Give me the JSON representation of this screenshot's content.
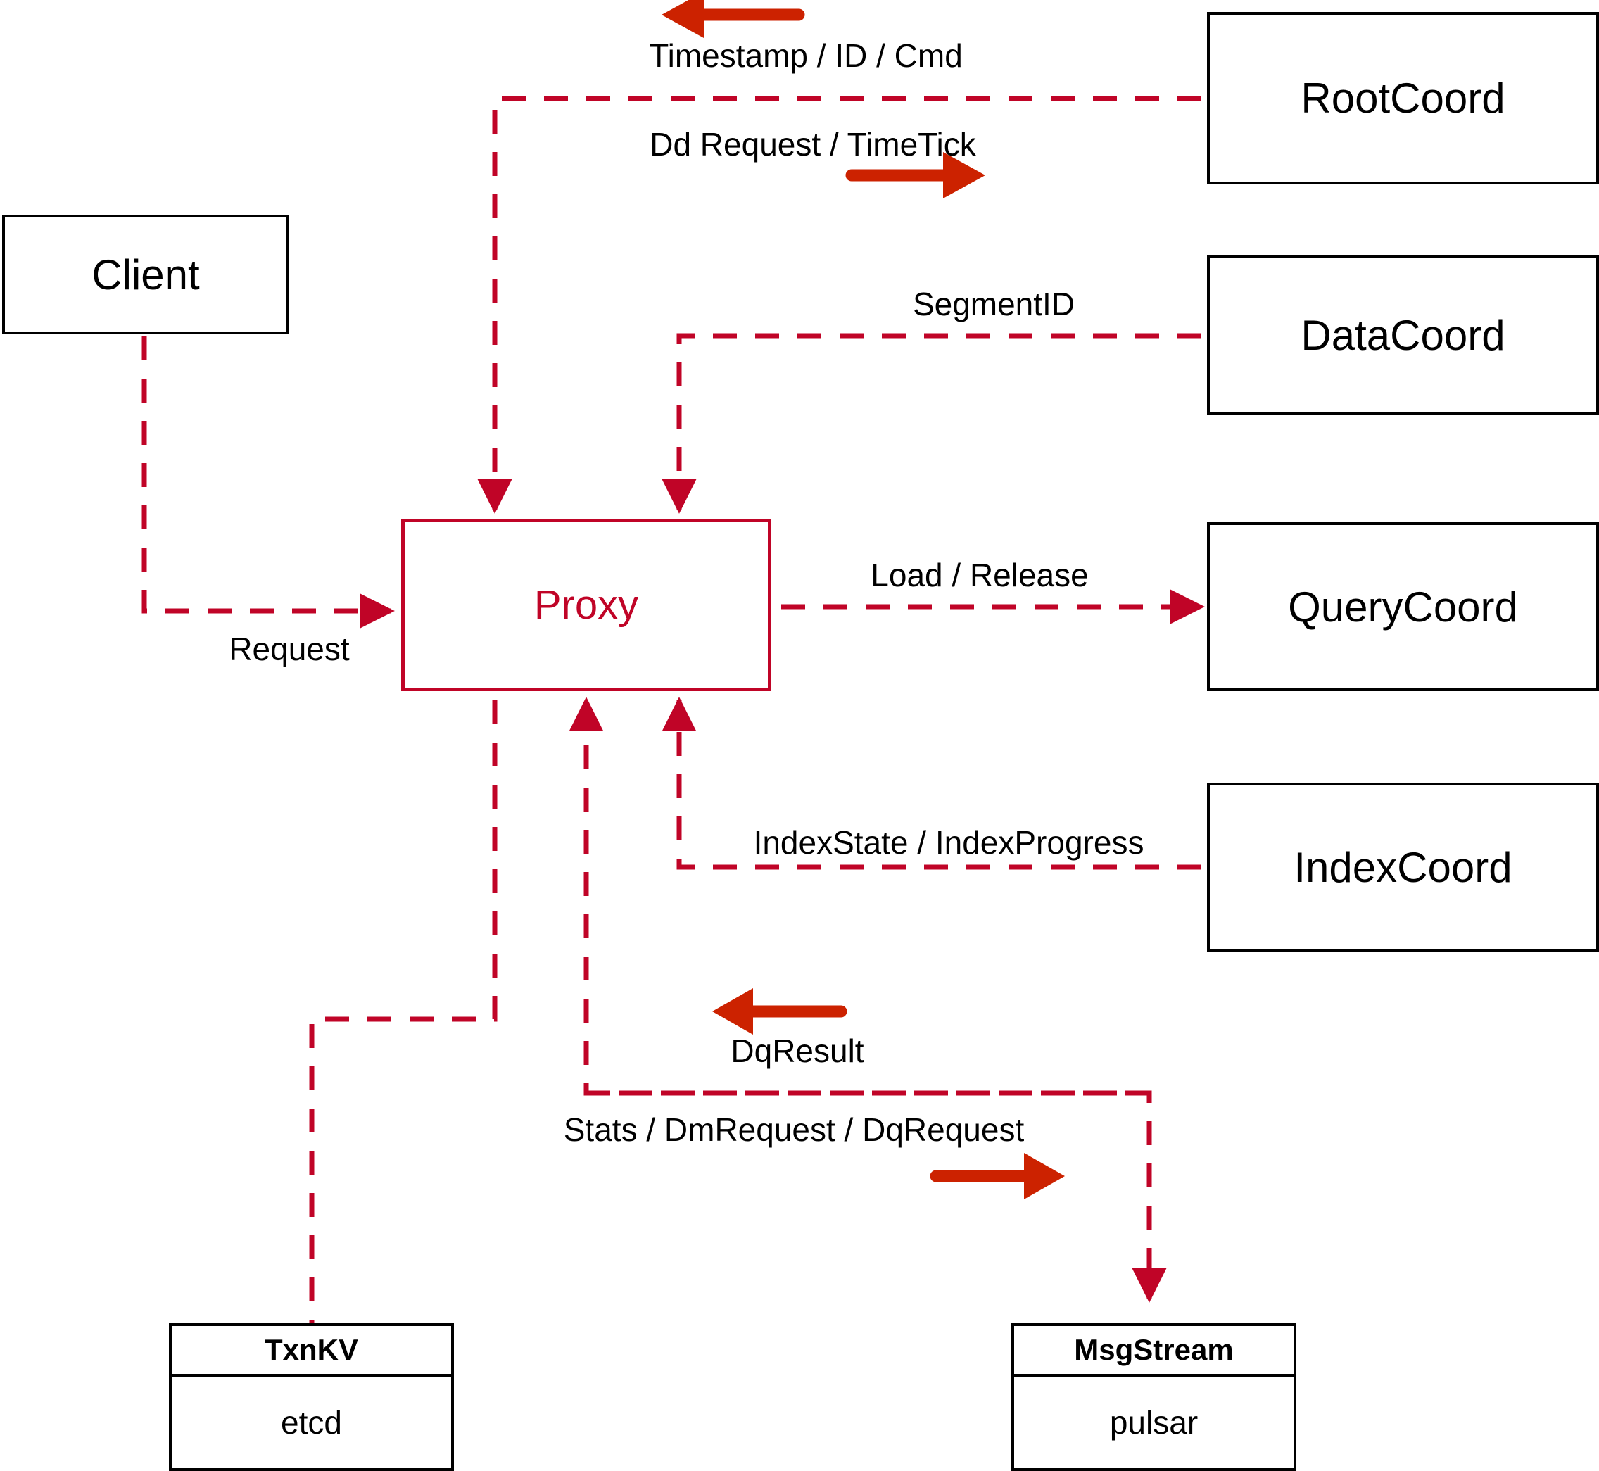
{
  "diagram": {
    "title": "Milvus Proxy component interaction diagram",
    "colors": {
      "node_border": "#000000",
      "proxy_accent": "#c00427",
      "dashed_edge": "#c00427",
      "direction_arrow": "#cc2200",
      "background": "#ffffff",
      "text": "#000000"
    }
  },
  "nodes": {
    "client": {
      "label": "Client"
    },
    "proxy": {
      "label": "Proxy"
    },
    "root_coord": {
      "label": "RootCoord"
    },
    "data_coord": {
      "label": "DataCoord"
    },
    "query_coord": {
      "label": "QueryCoord"
    },
    "index_coord": {
      "label": "IndexCoord"
    },
    "txn_kv": {
      "title": "TxnKV",
      "impl": "etcd"
    },
    "msg_stream": {
      "title": "MsgStream",
      "impl": "pulsar"
    }
  },
  "edges": [
    {
      "id": "client-request",
      "label": "Request",
      "from": "Client",
      "to": "Proxy"
    },
    {
      "id": "rootcoord-down",
      "label": "Timestamp / ID / Cmd",
      "from": "RootCoord",
      "to": "Proxy"
    },
    {
      "id": "rootcoord-up",
      "label": "Dd Request / TimeTick",
      "from": "Proxy",
      "to": "RootCoord"
    },
    {
      "id": "datacoord",
      "label": "SegmentID",
      "from": "DataCoord",
      "to": "Proxy"
    },
    {
      "id": "querycoord",
      "label": "Load / Release",
      "from": "Proxy",
      "to": "QueryCoord"
    },
    {
      "id": "indexcoord",
      "label": "IndexState / IndexProgress",
      "from": "IndexCoord",
      "to": "Proxy"
    },
    {
      "id": "dqresult",
      "label": "DqResult",
      "from": "MsgStream",
      "to": "Proxy"
    },
    {
      "id": "dmrequest",
      "label": "Stats / DmRequest / DqRequest",
      "from": "Proxy",
      "to": "MsgStream"
    }
  ],
  "direction_arrows": [
    {
      "id": "timestamp-arrow",
      "direction": "left",
      "for_edge": "rootcoord-down"
    },
    {
      "id": "ddrequest-arrow",
      "direction": "right",
      "for_edge": "rootcoord-up"
    },
    {
      "id": "dqresult-arrow",
      "direction": "left",
      "for_edge": "dqresult"
    },
    {
      "id": "dmrequest-arrow",
      "direction": "right",
      "for_edge": "dmrequest"
    }
  ]
}
